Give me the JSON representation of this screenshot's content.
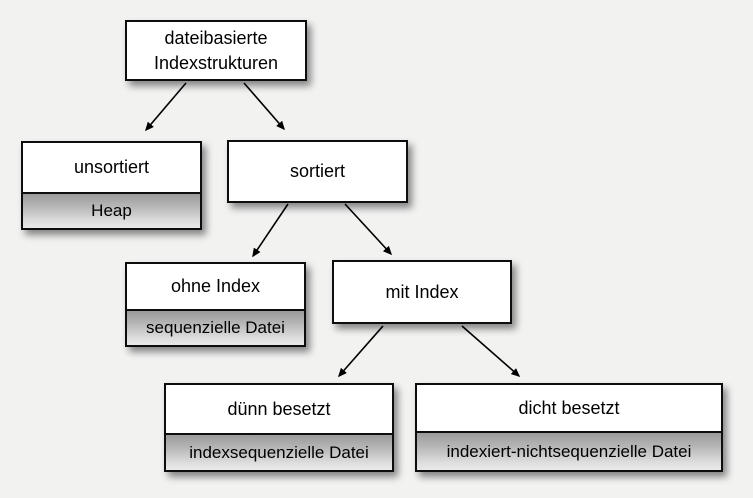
{
  "diagram": {
    "type": "tree",
    "language": "de",
    "title": "dateibasierte Indexstrukturen",
    "colors": {
      "background": "#f2f2f1",
      "box_fill": "#ffffff",
      "box_border": "#0d0d0d",
      "sub_gradient_top": "#9a9a9a",
      "sub_gradient_bottom": "#e9e9e9",
      "text": "#000000",
      "arrow": "#000000"
    },
    "nodes": {
      "root": {
        "line1": "dateibasierte",
        "line2": "Indexstrukturen"
      },
      "unsortiert": {
        "label": "unsortiert",
        "sublabel": "Heap"
      },
      "sortiert": {
        "label": "sortiert"
      },
      "ohne_index": {
        "label": "ohne Index",
        "sublabel": "sequenzielle Datei"
      },
      "mit_index": {
        "label": "mit Index"
      },
      "duenn_besetzt": {
        "label": "dünn besetzt",
        "sublabel": "indexsequenzielle Datei"
      },
      "dicht_besetzt": {
        "label": "dicht besetzt",
        "sublabel": "indexiert-nichtsequenzielle Datei"
      }
    },
    "edges": [
      {
        "from": "root",
        "to": "unsortiert"
      },
      {
        "from": "root",
        "to": "sortiert"
      },
      {
        "from": "sortiert",
        "to": "ohne_index"
      },
      {
        "from": "sortiert",
        "to": "mit_index"
      },
      {
        "from": "mit_index",
        "to": "duenn_besetzt"
      },
      {
        "from": "mit_index",
        "to": "dicht_besetzt"
      }
    ]
  }
}
